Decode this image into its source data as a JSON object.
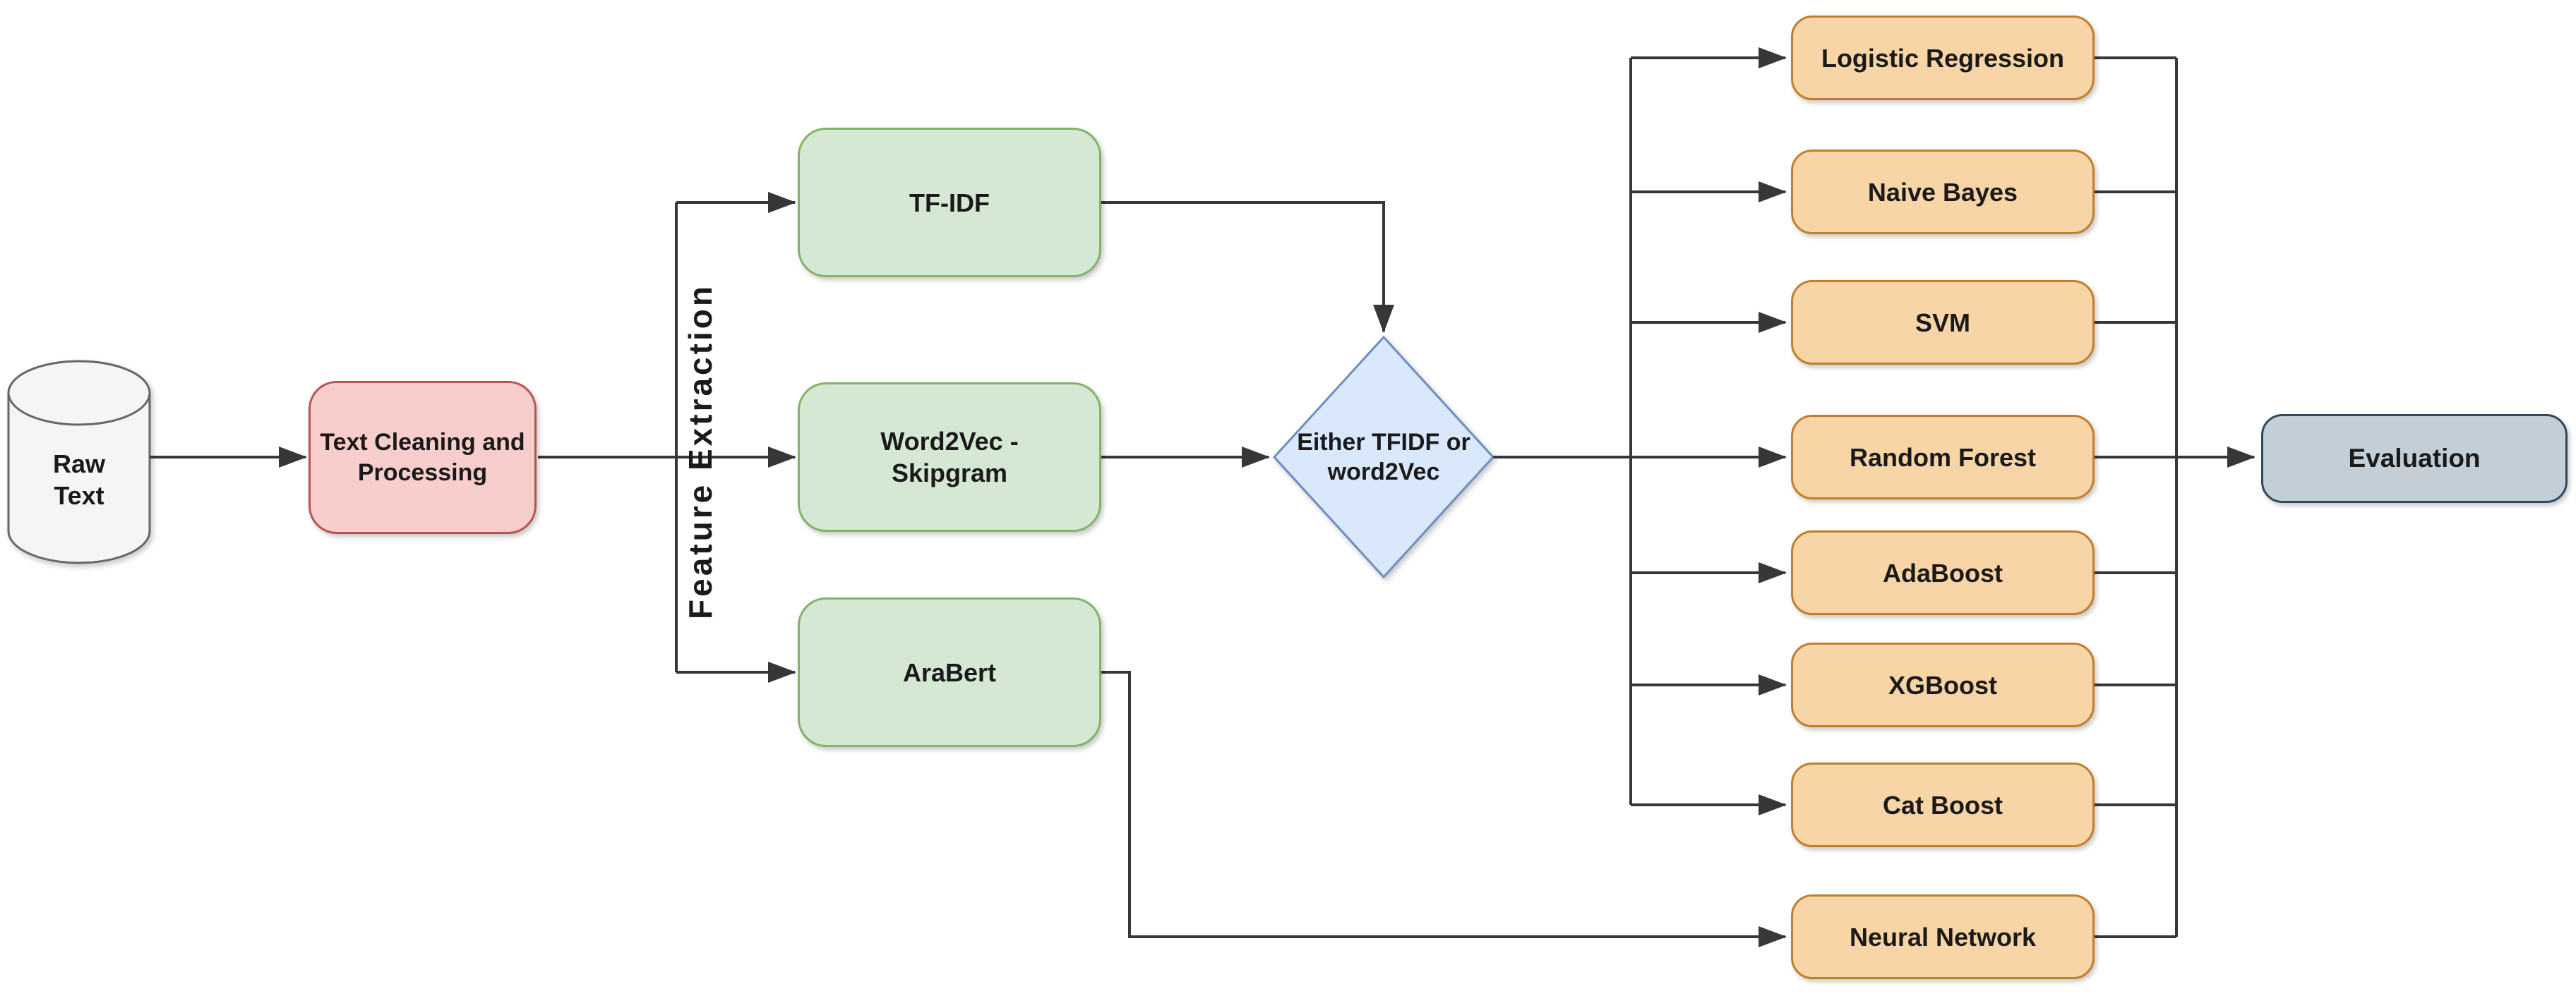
{
  "diagram_title": "Arabic text classification pipeline flowchart",
  "colors": {
    "line_color": "#373737",
    "text_color": "#1a1a1a",
    "cylinder_fill": "#f5f5f5",
    "cylinder_stroke": "#666666",
    "pink_fill": "#f8cecc",
    "pink_stroke": "#b85450",
    "green_fill": "#d5e8d4",
    "green_stroke": "#82b366",
    "blue_fill": "#dae8fc",
    "blue_stroke": "#6c8ebf",
    "orange_fill": "#f8d5a6",
    "orange_stroke": "#c07f2a",
    "gray_fill": "#c3ced7",
    "gray_stroke": "#2f4a60"
  },
  "nodes": {
    "raw_text": "Raw Text",
    "cleaning": "Text Cleaning and Processing",
    "branch_label": "Feature Extraction",
    "features": {
      "tfidf": "TF-IDF",
      "word2vec": "Word2Vec - Skipgram",
      "arabert": "AraBert"
    },
    "decision": "Either TFIDF or word2Vec",
    "classifiers": [
      "Logistic Regression",
      "Naive Bayes",
      "SVM",
      "Random Forest",
      "AdaBoost",
      "XGBoost",
      "Cat Boost"
    ],
    "neural_network": "Neural Network",
    "evaluation": "Evaluation"
  }
}
